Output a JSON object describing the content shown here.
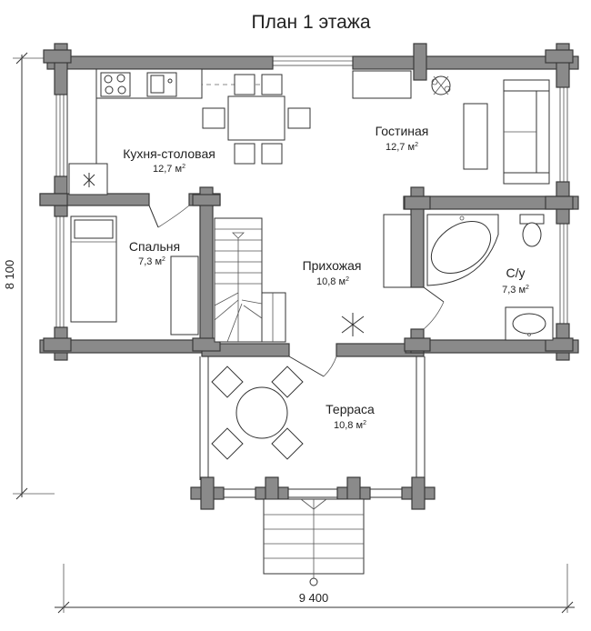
{
  "plan": {
    "title": "План 1 этажа",
    "area_unit": "м",
    "area_unit_power": "2",
    "rooms": [
      {
        "id": "kitchen",
        "name": "Кухня-столовая",
        "area": "12,7"
      },
      {
        "id": "living",
        "name": "Гостиная",
        "area": "12,7"
      },
      {
        "id": "bedroom",
        "name": "Спальня",
        "area": "7,3"
      },
      {
        "id": "hall",
        "name": "Прихожая",
        "area": "10,8"
      },
      {
        "id": "bath",
        "name": "С/у",
        "area": "7,3"
      },
      {
        "id": "terrace",
        "name": "Терраса",
        "area": "10,8"
      }
    ],
    "dimensions": {
      "width": "9 400",
      "height": "8 100"
    }
  }
}
